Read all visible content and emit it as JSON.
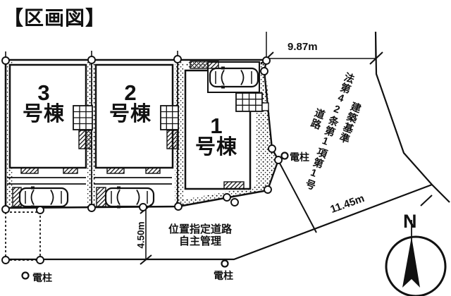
{
  "title": "【区画図】",
  "plots": [
    {
      "number": "3",
      "suffix": "号棟"
    },
    {
      "number": "2",
      "suffix": "号棟"
    },
    {
      "number": "1",
      "suffix": "号棟"
    }
  ],
  "dimensions": {
    "top_width": "9.87m",
    "road_frontage": "11.45m",
    "road_width": "4.50m"
  },
  "road": {
    "designation_right": "建築基準",
    "designation_middle": "法第42条第1項第1号",
    "designation_left": "道路",
    "management_line1": "位置指定道路",
    "management_line2": "自主管理"
  },
  "utility_poles": {
    "left": "電柱",
    "center": "電柱",
    "right": "電柱"
  },
  "compass": {
    "north": "N"
  },
  "colors": {
    "ink": "#111111",
    "paper": "#ffffff"
  }
}
